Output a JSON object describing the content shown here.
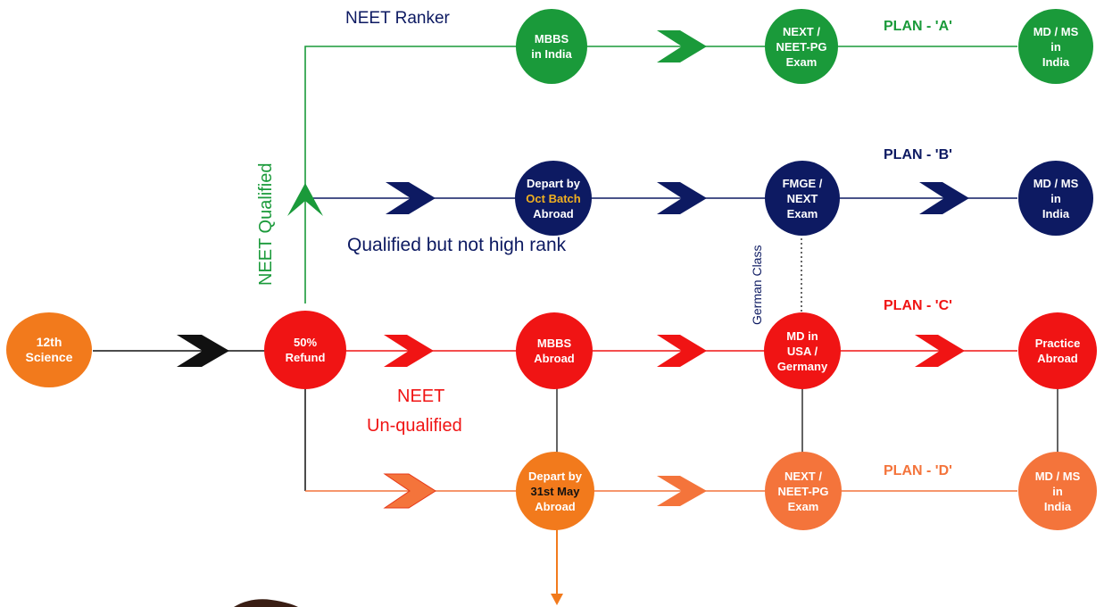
{
  "colors": {
    "green": "#1a9a3a",
    "navy": "#0d1a62",
    "red": "#f01414",
    "orange": "#f27a1c",
    "light_orange": "#f4743b",
    "black": "#111111",
    "gold": "#f0b020"
  },
  "nodes": {
    "science": [
      "12th",
      "Science"
    ],
    "refund": [
      "50%",
      "Refund"
    ],
    "mbbs_india": [
      "MBBS",
      "in India"
    ],
    "next_a": [
      "NEXT /",
      "NEET-PG",
      "Exam"
    ],
    "mdms_a": [
      "MD / MS",
      "in",
      "India"
    ],
    "depart_oct": {
      "line1": "Depart by",
      "highlight": "Oct Batch",
      "line3": "Abroad"
    },
    "fmge": [
      "FMGE /",
      "NEXT",
      "Exam"
    ],
    "mdms_b": [
      "MD / MS",
      "in",
      "India"
    ],
    "mbbs_abroad": [
      "MBBS",
      "Abroad"
    ],
    "md_usa": [
      "MD in",
      "USA /",
      "Germany"
    ],
    "practice": [
      "Practice",
      "Abroad"
    ],
    "depart_may": {
      "line1": "Depart by",
      "highlight": "31st May",
      "line3": "Abroad"
    },
    "next_d": [
      "NEXT /",
      "NEET-PG",
      "Exam"
    ],
    "mdms_d": [
      "MD / MS",
      "in",
      "India"
    ]
  },
  "labels": {
    "neet_ranker": "NEET Ranker",
    "neet_qualified": "NEET Qualified",
    "qualified_not_high": "Qualified but not high rank",
    "neet_unqualified_1": "NEET",
    "neet_unqualified_2": "Un-qualified",
    "german_class": "German Class"
  },
  "plans": {
    "a": "PLAN - 'A'",
    "b": "PLAN - 'B'",
    "c": "PLAN - 'C'",
    "d": "PLAN - 'D'"
  }
}
